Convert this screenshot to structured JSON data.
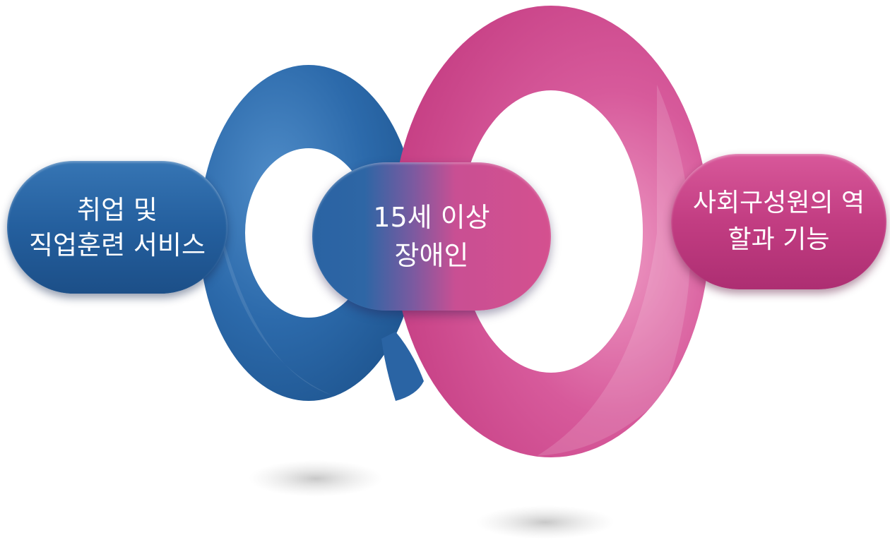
{
  "diagram": {
    "left_pill": {
      "line1": "취업 및",
      "line2": "직업훈련 서비스"
    },
    "center_pill": {
      "line1": "15세 이상",
      "line2": "장애인"
    },
    "right_pill": {
      "line1": "사회구성원의 역",
      "line2": "할과 기능"
    },
    "colors": {
      "blue": "#2a65a6",
      "blue_dark": "#1c4f88",
      "pink": "#d24f91",
      "pink_dark": "#ad2e72",
      "background": "#ffffff"
    }
  }
}
